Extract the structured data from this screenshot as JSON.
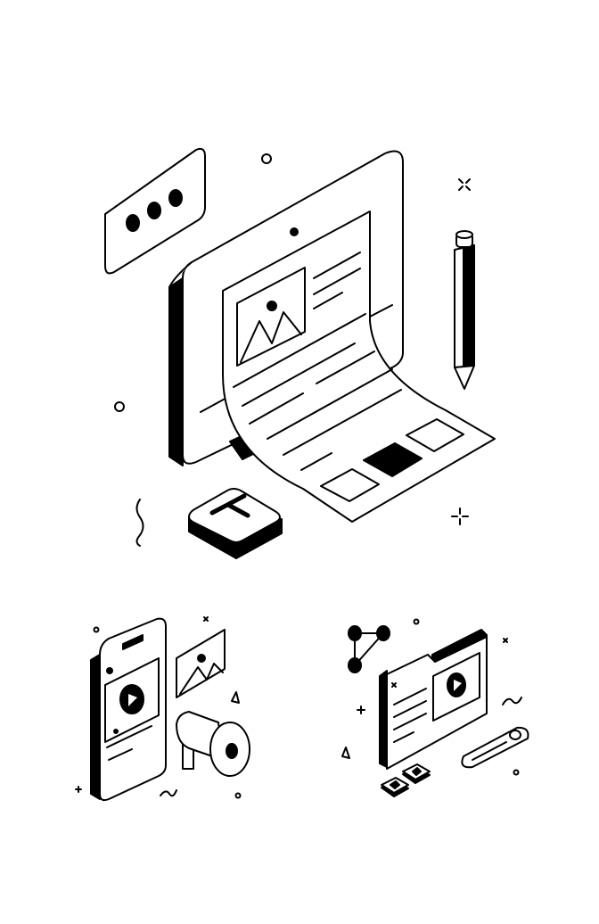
{
  "colors": {
    "ink": "#000000",
    "background": "#ffffff"
  },
  "illustrations": [
    {
      "name": "web-document-editor",
      "icons": [
        "monitor-icon",
        "document-page-icon",
        "image-icon",
        "chat-bubble-icon",
        "pen-icon",
        "text-tool-icon"
      ]
    },
    {
      "name": "mobile-marketing",
      "icons": [
        "smartphone-icon",
        "play-icon",
        "image-icon",
        "megaphone-icon"
      ]
    },
    {
      "name": "video-folder",
      "icons": [
        "folder-icon",
        "play-icon",
        "network-icon",
        "toggle-icon",
        "heart-icon",
        "star-icon"
      ]
    }
  ]
}
